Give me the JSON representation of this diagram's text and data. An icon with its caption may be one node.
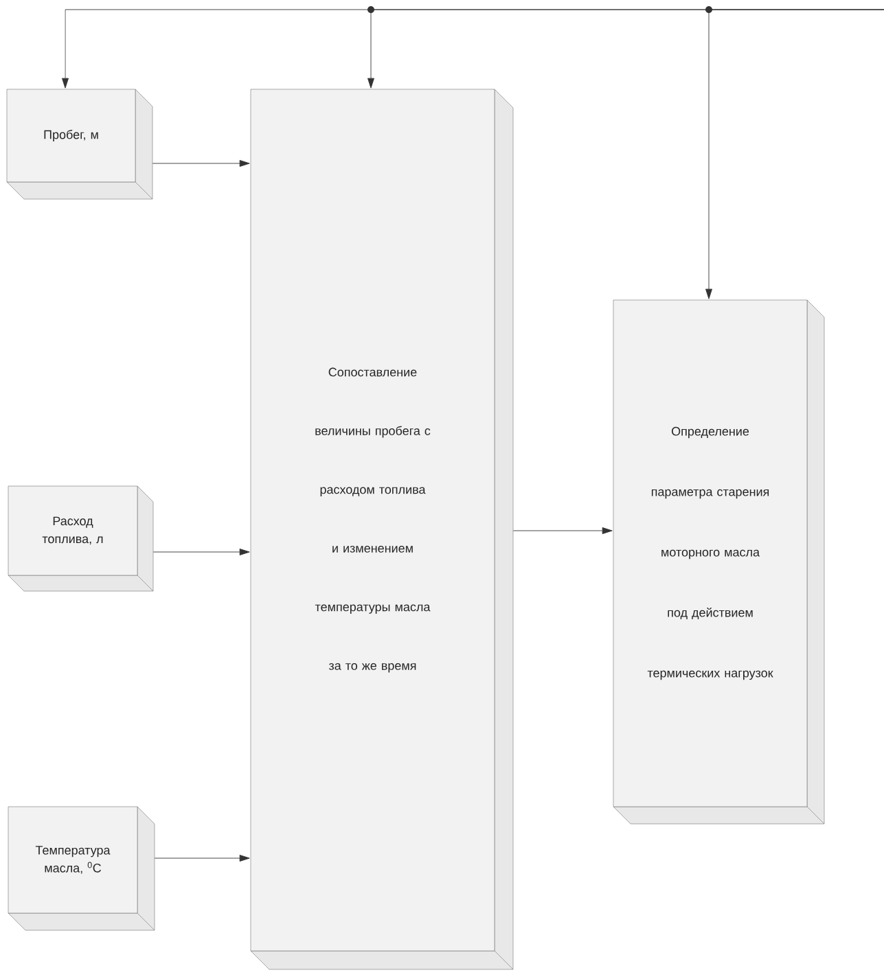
{
  "diagram": {
    "nodes": [
      {
        "text": [
          "Пробег, м"
        ]
      },
      {
        "text": [
          "Расход топлива, л"
        ]
      },
      {
        "text": [
          "Температура масла, $^{0}$C"
        ]
      },
      {
        "text": [
          "Сопоставление величины пробега с расходом топлива и изменением температуры масла за то же время"
        ]
      },
      {
        "text": [
          "Определение параметра старения моторного масла под действием термических нагрузок"
        ]
      }
    ],
    "edges": [
      {
        "from": null,
        "to": 0,
        "arrow": "to"
      },
      {
        "from": null,
        "to": 3,
        "arrow": "to"
      },
      {
        "from": null,
        "to": 4,
        "arrow": "to"
      },
      {
        "from": 0,
        "to": 3,
        "arrow": "to"
      },
      {
        "from": 1,
        "to": 3,
        "arrow": "to"
      },
      {
        "from": 2,
        "to": 3,
        "arrow": "to"
      },
      {
        "from": 3,
        "to": 4,
        "arrow": "to"
      }
    ]
  }
}
